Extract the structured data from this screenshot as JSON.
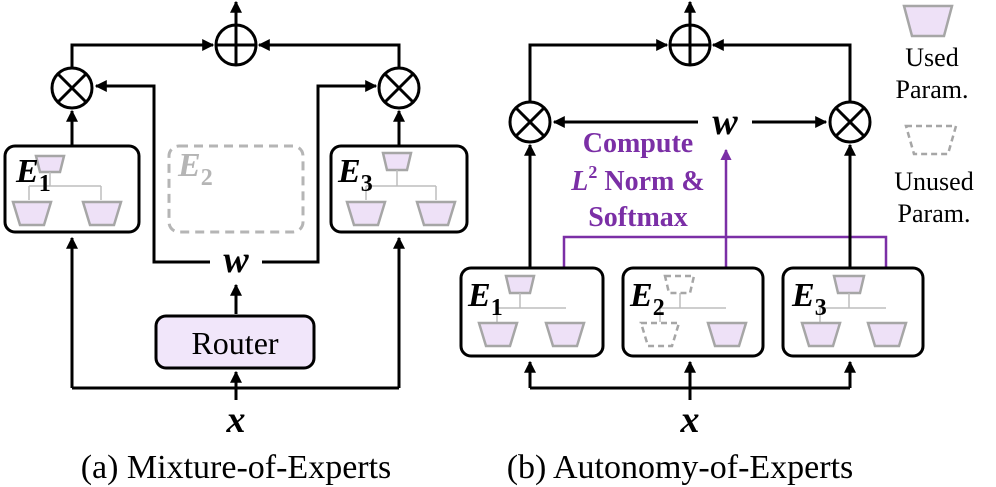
{
  "panel_a": {
    "caption": "(a) Mixture-of-Experts",
    "router_label": "Router",
    "input_label": "x",
    "weight_label": "w",
    "experts": [
      {
        "letter": "E",
        "sub": "1",
        "used": true
      },
      {
        "letter": "E",
        "sub": "2",
        "used": false
      },
      {
        "letter": "E",
        "sub": "3",
        "used": true
      }
    ]
  },
  "panel_b": {
    "caption": "(b) Autonomy-of-Experts",
    "input_label": "x",
    "weight_label": "w",
    "compute_lines": [
      "Compute",
      "L",
      "2",
      " Norm &",
      "Softmax"
    ],
    "experts": [
      {
        "letter": "E",
        "sub": "1"
      },
      {
        "letter": "E",
        "sub": "2"
      },
      {
        "letter": "E",
        "sub": "3"
      }
    ]
  },
  "legend": {
    "used_line1": "Used",
    "used_line2": "Param.",
    "unused_line1": "Unused",
    "unused_line2": "Param."
  },
  "colors": {
    "accent_purple": "#7b2fa6",
    "param_fill": "#eee1f7",
    "router_fill": "#f1e6fa",
    "unused_gray": "#b5b5b5"
  }
}
